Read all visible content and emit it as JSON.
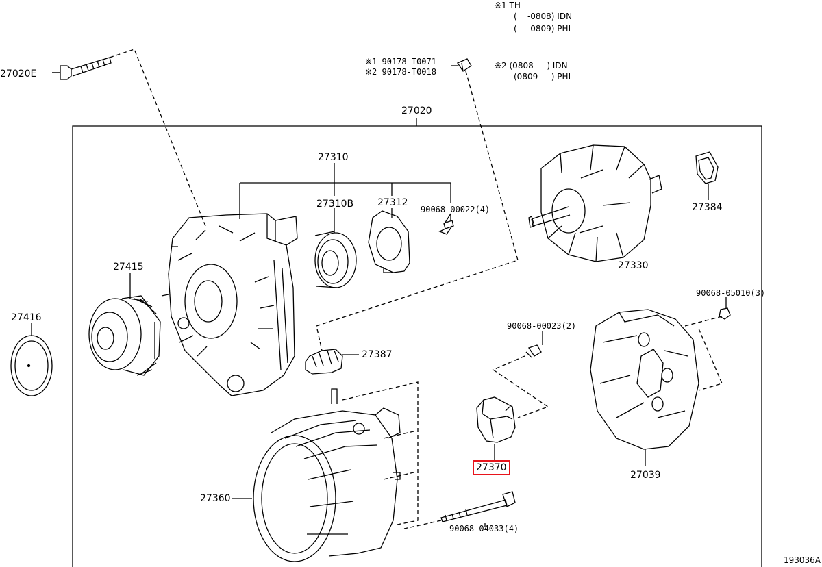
{
  "notes": {
    "n1_title": "※1 TH",
    "n1_line1": "(    -0808) IDN",
    "n1_line2": "(    -0809) PHL",
    "n2_title": "※2 (0808-    ) IDN",
    "n2_line2": "(0809-    ) PHL"
  },
  "callouts": {
    "p27020e": "27020E",
    "p90178a": "※1 90178-T0071",
    "p90178b": "※2 90178-T0018",
    "p27020": "27020",
    "p27310": "27310",
    "p27310b": "27310B",
    "p27312": "27312",
    "p90068_22": "90068-00022(4)",
    "p27384": "27384",
    "p27330": "27330",
    "p27415": "27415",
    "p27416": "27416",
    "p90068_5010": "90068-05010(3)",
    "p90068_23": "90068-00023(2)",
    "p27387": "27387",
    "p27370": "27370",
    "p27039": "27039",
    "p27360": "27360",
    "p90068_4033": "90068-04033(4)"
  },
  "highlight": {
    "part": "27370",
    "color": "#e8141c"
  },
  "figure_id": "193036A"
}
